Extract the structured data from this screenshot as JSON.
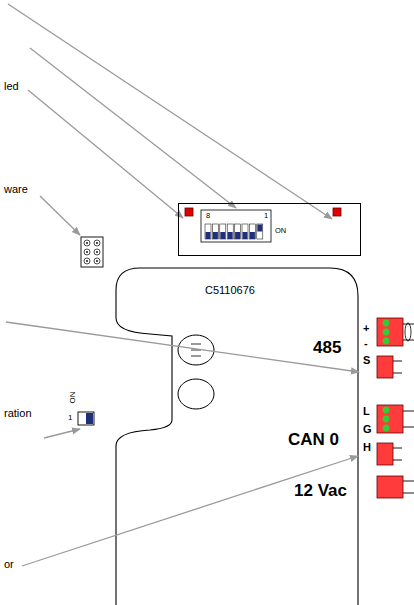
{
  "diagram": {
    "nodes": [
      {
        "text": [
          "8",
          "1",
          "ON"
        ]
      },
      {
        "text": [
          "C5110676",
          "485",
          "+",
          "-",
          "S",
          "L",
          "CAN 0",
          "G",
          "H",
          "12 Vac"
        ]
      }
    ],
    "labels": [
      "led",
      "ware",
      "ration",
      "or",
      "ON",
      "1"
    ]
  }
}
